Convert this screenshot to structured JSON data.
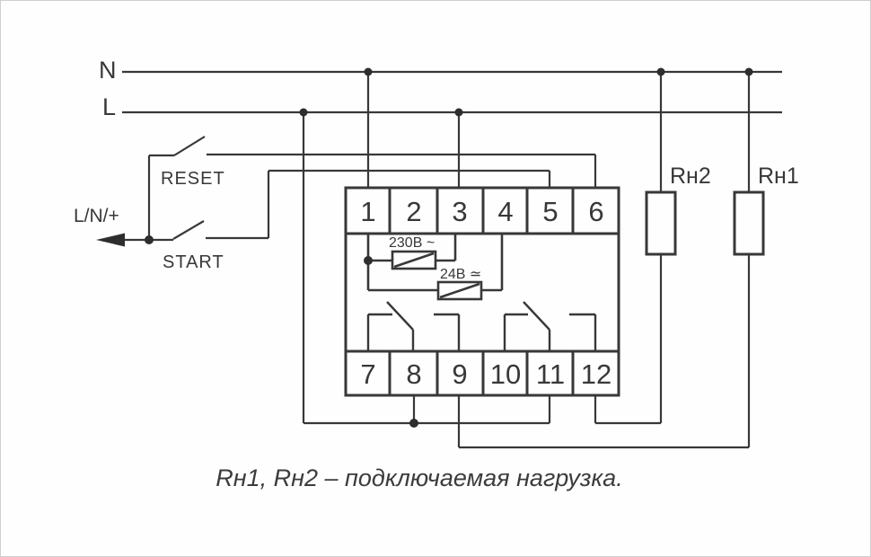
{
  "colors": {
    "line": "#383838",
    "background": "#fefefe"
  },
  "labels": {
    "n_bus": "N",
    "l_bus": "L",
    "reset": "RESET",
    "start": "START",
    "supply": "L/N/+",
    "coil_230": "230В ~",
    "coil_24": "24В ≃",
    "load2": "Rн2",
    "load1": "Rн1"
  },
  "device": {
    "top_terminals": [
      "1",
      "2",
      "3",
      "4",
      "5",
      "6"
    ],
    "bottom_terminals": [
      "7",
      "8",
      "9",
      "10",
      "11",
      "12"
    ]
  },
  "caption": "Rн1, Rн2 – подключаемая нагрузка."
}
